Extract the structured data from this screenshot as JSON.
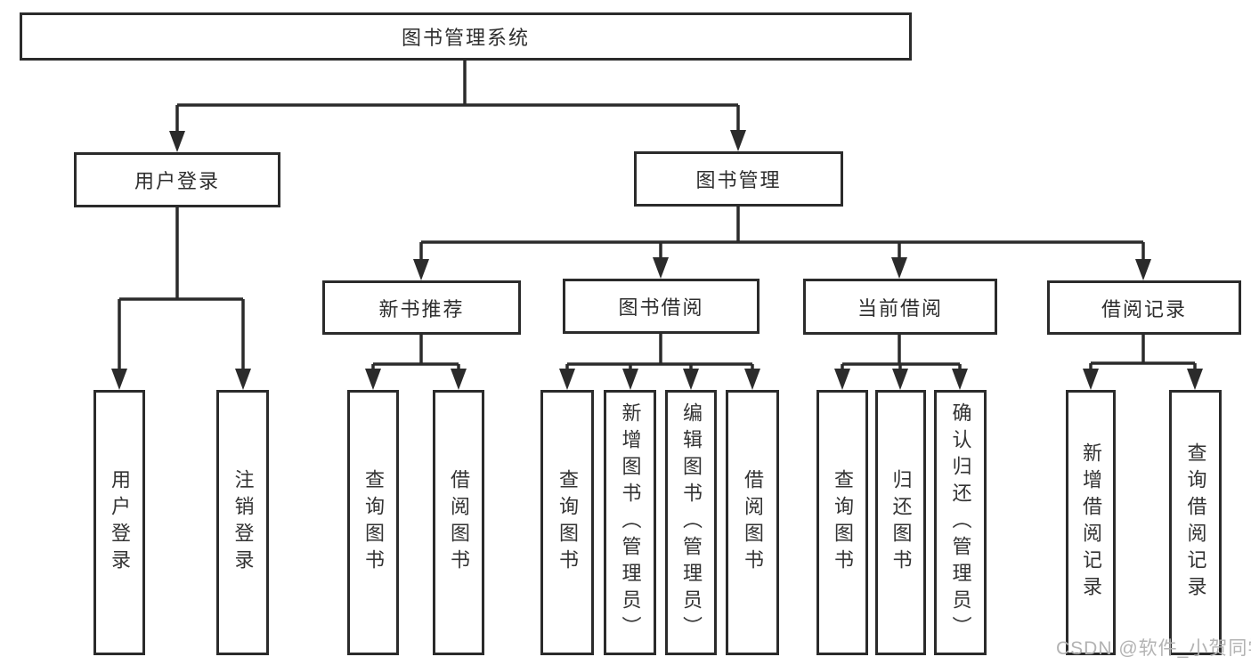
{
  "diagram": {
    "type": "hierarchy-tree",
    "root": {
      "label": "图书管理系统"
    },
    "level1": [
      {
        "label": "用户登录",
        "parent": "图书管理系统"
      },
      {
        "label": "图书管理",
        "parent": "图书管理系统"
      }
    ],
    "level2": [
      {
        "label": "新书推荐",
        "parent": "图书管理"
      },
      {
        "label": "图书借阅",
        "parent": "图书管理"
      },
      {
        "label": "当前借阅",
        "parent": "图书管理"
      },
      {
        "label": "借阅记录",
        "parent": "图书管理"
      }
    ],
    "leaves": [
      {
        "label": "用户登录",
        "parent": "用户登录"
      },
      {
        "label": "注销登录",
        "parent": "用户登录"
      },
      {
        "label": "查询图书",
        "parent": "新书推荐"
      },
      {
        "label": "借阅图书",
        "parent": "新书推荐"
      },
      {
        "label": "查询图书",
        "parent": "图书借阅"
      },
      {
        "label": "新增图书（管理员）",
        "parent": "图书借阅"
      },
      {
        "label": "编辑图书（管理员）",
        "parent": "图书借阅"
      },
      {
        "label": "借阅图书",
        "parent": "图书借阅"
      },
      {
        "label": "查询图书",
        "parent": "当前借阅"
      },
      {
        "label": "归还图书",
        "parent": "当前借阅"
      },
      {
        "label": "确认归还（管理员）",
        "parent": "当前借阅"
      },
      {
        "label": "新增借阅记录",
        "parent": "借阅记录"
      },
      {
        "label": "查询借阅记录",
        "parent": "借阅记录"
      }
    ]
  },
  "watermark": {
    "text": "CSDN @软件_小贺同学"
  },
  "colors": {
    "line": "#2b2b2b",
    "box_border": "#2b2b2b",
    "box_fill": "#ffffff",
    "text": "#333333",
    "watermark": "#b3b3b3",
    "background": "#ffffff"
  }
}
